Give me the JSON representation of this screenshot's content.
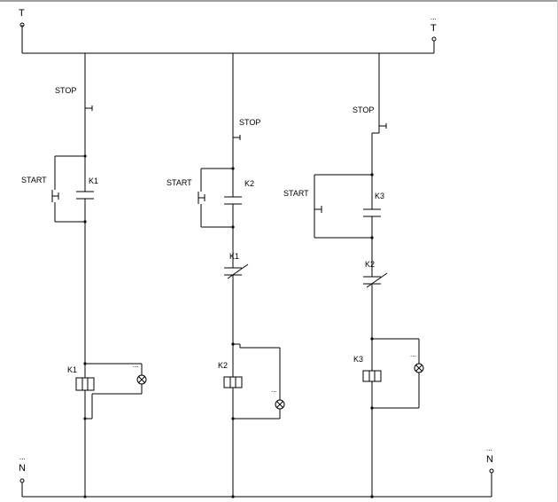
{
  "terminals": {
    "t_left": "T",
    "t_right": "T",
    "n_left": "N",
    "n_right": "N",
    "ellipsis": "..."
  },
  "rung1": {
    "stop": "STOP",
    "start": "START",
    "contact": "K1",
    "coil": "K1"
  },
  "rung2": {
    "stop": "STOP",
    "start": "START",
    "contact": "K2",
    "interlock": "K1",
    "coil": "K2"
  },
  "rung3": {
    "stop": "STOP",
    "start": "START",
    "contact": "K3",
    "interlock": "K2",
    "coil": "K3"
  }
}
